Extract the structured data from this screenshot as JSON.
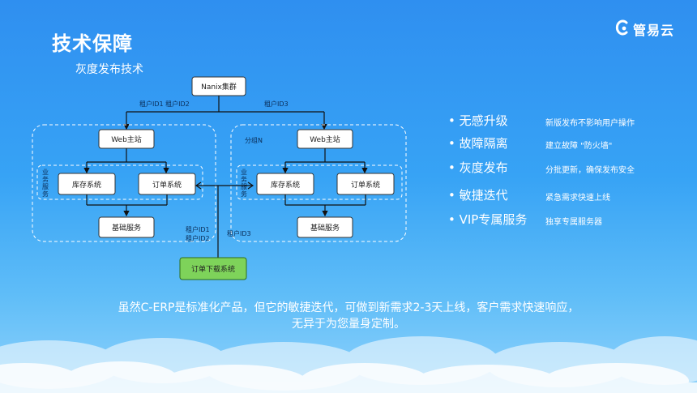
{
  "header": {
    "title": "技术保障",
    "subtitle": "灰度发布技术"
  },
  "logo": {
    "text": "管易云",
    "icon": "cloud-c-icon"
  },
  "diagram": {
    "nanix": "Nanix集群",
    "tenant_left": "租户ID1 租户ID2",
    "tenant_right": "租户ID3",
    "left_web": "Web主站",
    "right_web": "Web主站",
    "left_biz_label": [
      "业",
      "务",
      "服",
      "务"
    ],
    "right_biz_label": [
      "业",
      "务",
      "服",
      "务"
    ],
    "left_inventory": "库存系统",
    "left_order": "订单系统",
    "right_inventory": "库存系统",
    "right_order": "订单系统",
    "left_base": "基础服务",
    "right_base": "基础服务",
    "group_n": "分组N",
    "bottom_tenant_left_1": "租户ID1",
    "bottom_tenant_left_2": "租户ID2",
    "bottom_tenant_right": "租户ID3",
    "order_download": "订单下载系统"
  },
  "features": [
    {
      "name": "无感升级",
      "desc": "新版发布不影响用户操作"
    },
    {
      "name": "故障隔离",
      "desc": "建立故障 \"防火墙\""
    },
    {
      "name": "灰度发布",
      "desc": "分批更新，确保发布安全"
    },
    {
      "name": "敏捷迭代",
      "desc": "紧急需求快速上线"
    },
    {
      "name": "VIP专属服务",
      "desc": "独享专属服务器"
    }
  ],
  "body": {
    "line1": "虽然C-ERP是标准化产品，但它的敏捷迭代，可做到新需求2-3天上线，客户需求快速响应，",
    "line2": "无异于为您量身定制。"
  },
  "colors": {
    "bg_top": "#2f8ff0",
    "bg_bottom": "#8fd2fb",
    "order_download_fill": "#7ed35a"
  }
}
